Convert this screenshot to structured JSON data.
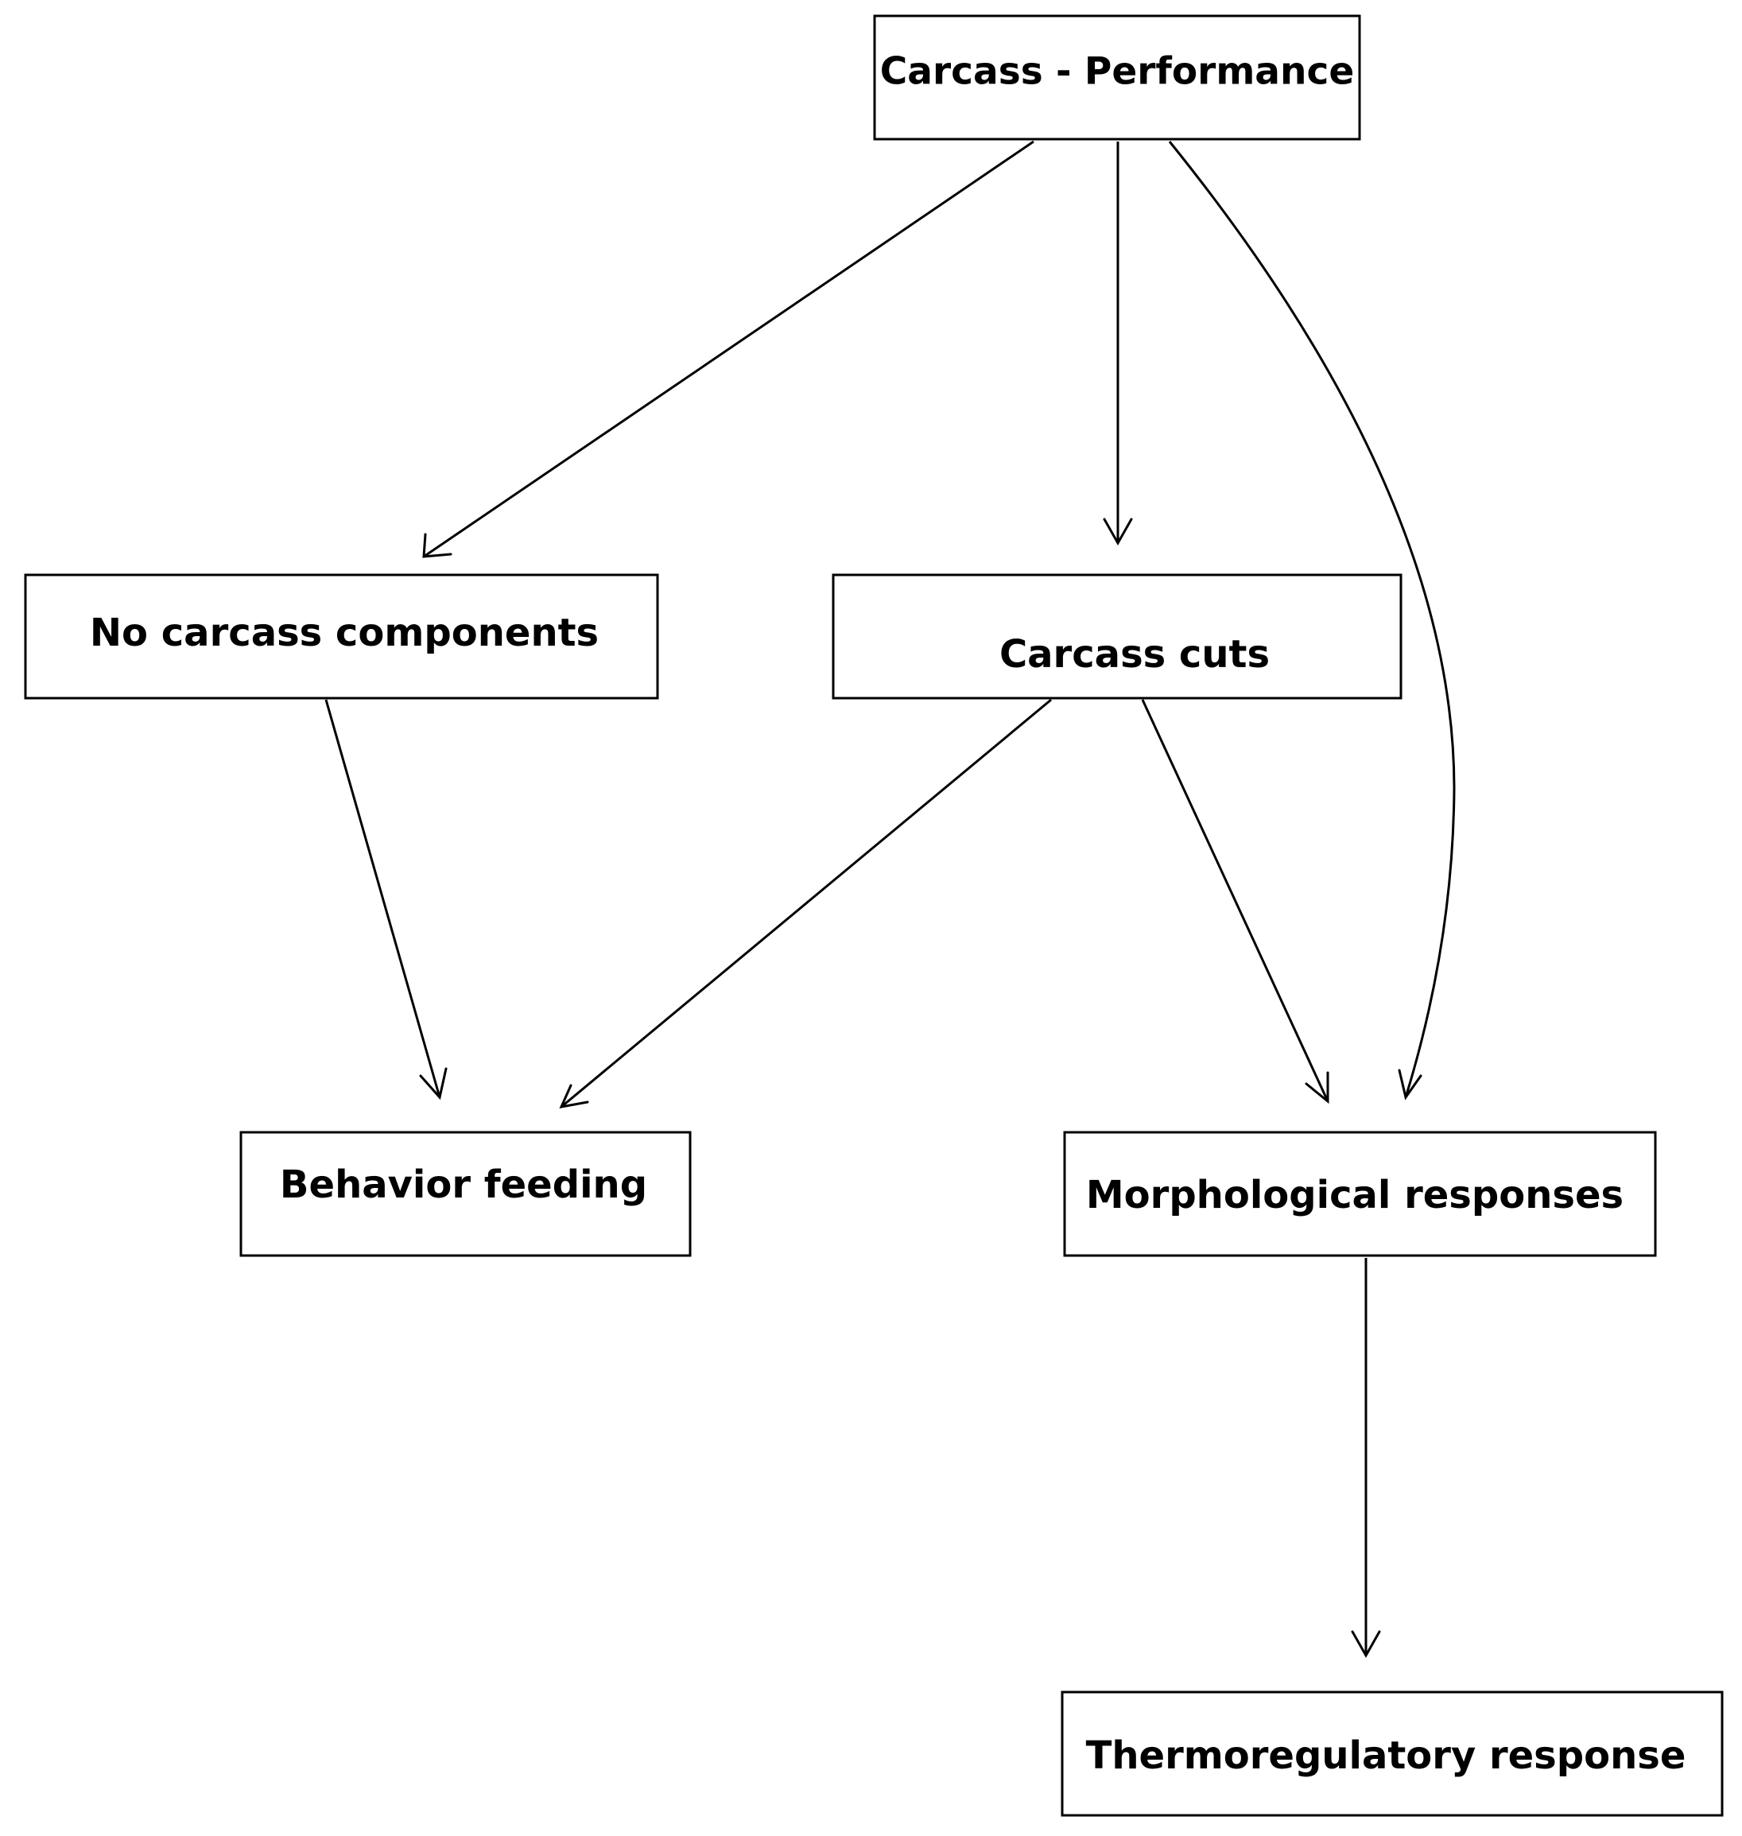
{
  "nodes": {
    "carcass_performance": "Carcass - Performance",
    "no_carcass_components": "No carcass components",
    "carcass_cuts": "Carcass cuts",
    "behavior_feeding": "Behavior feeding",
    "morphological_responses": "Morphological responses",
    "thermoregulatory_response": "Thermoregulatory response"
  },
  "edges": [
    {
      "from": "carcass_performance",
      "to": "no_carcass_components"
    },
    {
      "from": "carcass_performance",
      "to": "carcass_cuts"
    },
    {
      "from": "carcass_performance",
      "to": "morphological_responses"
    },
    {
      "from": "no_carcass_components",
      "to": "behavior_feeding"
    },
    {
      "from": "carcass_cuts",
      "to": "behavior_feeding"
    },
    {
      "from": "carcass_cuts",
      "to": "morphological_responses"
    },
    {
      "from": "morphological_responses",
      "to": "thermoregulatory_response"
    }
  ]
}
